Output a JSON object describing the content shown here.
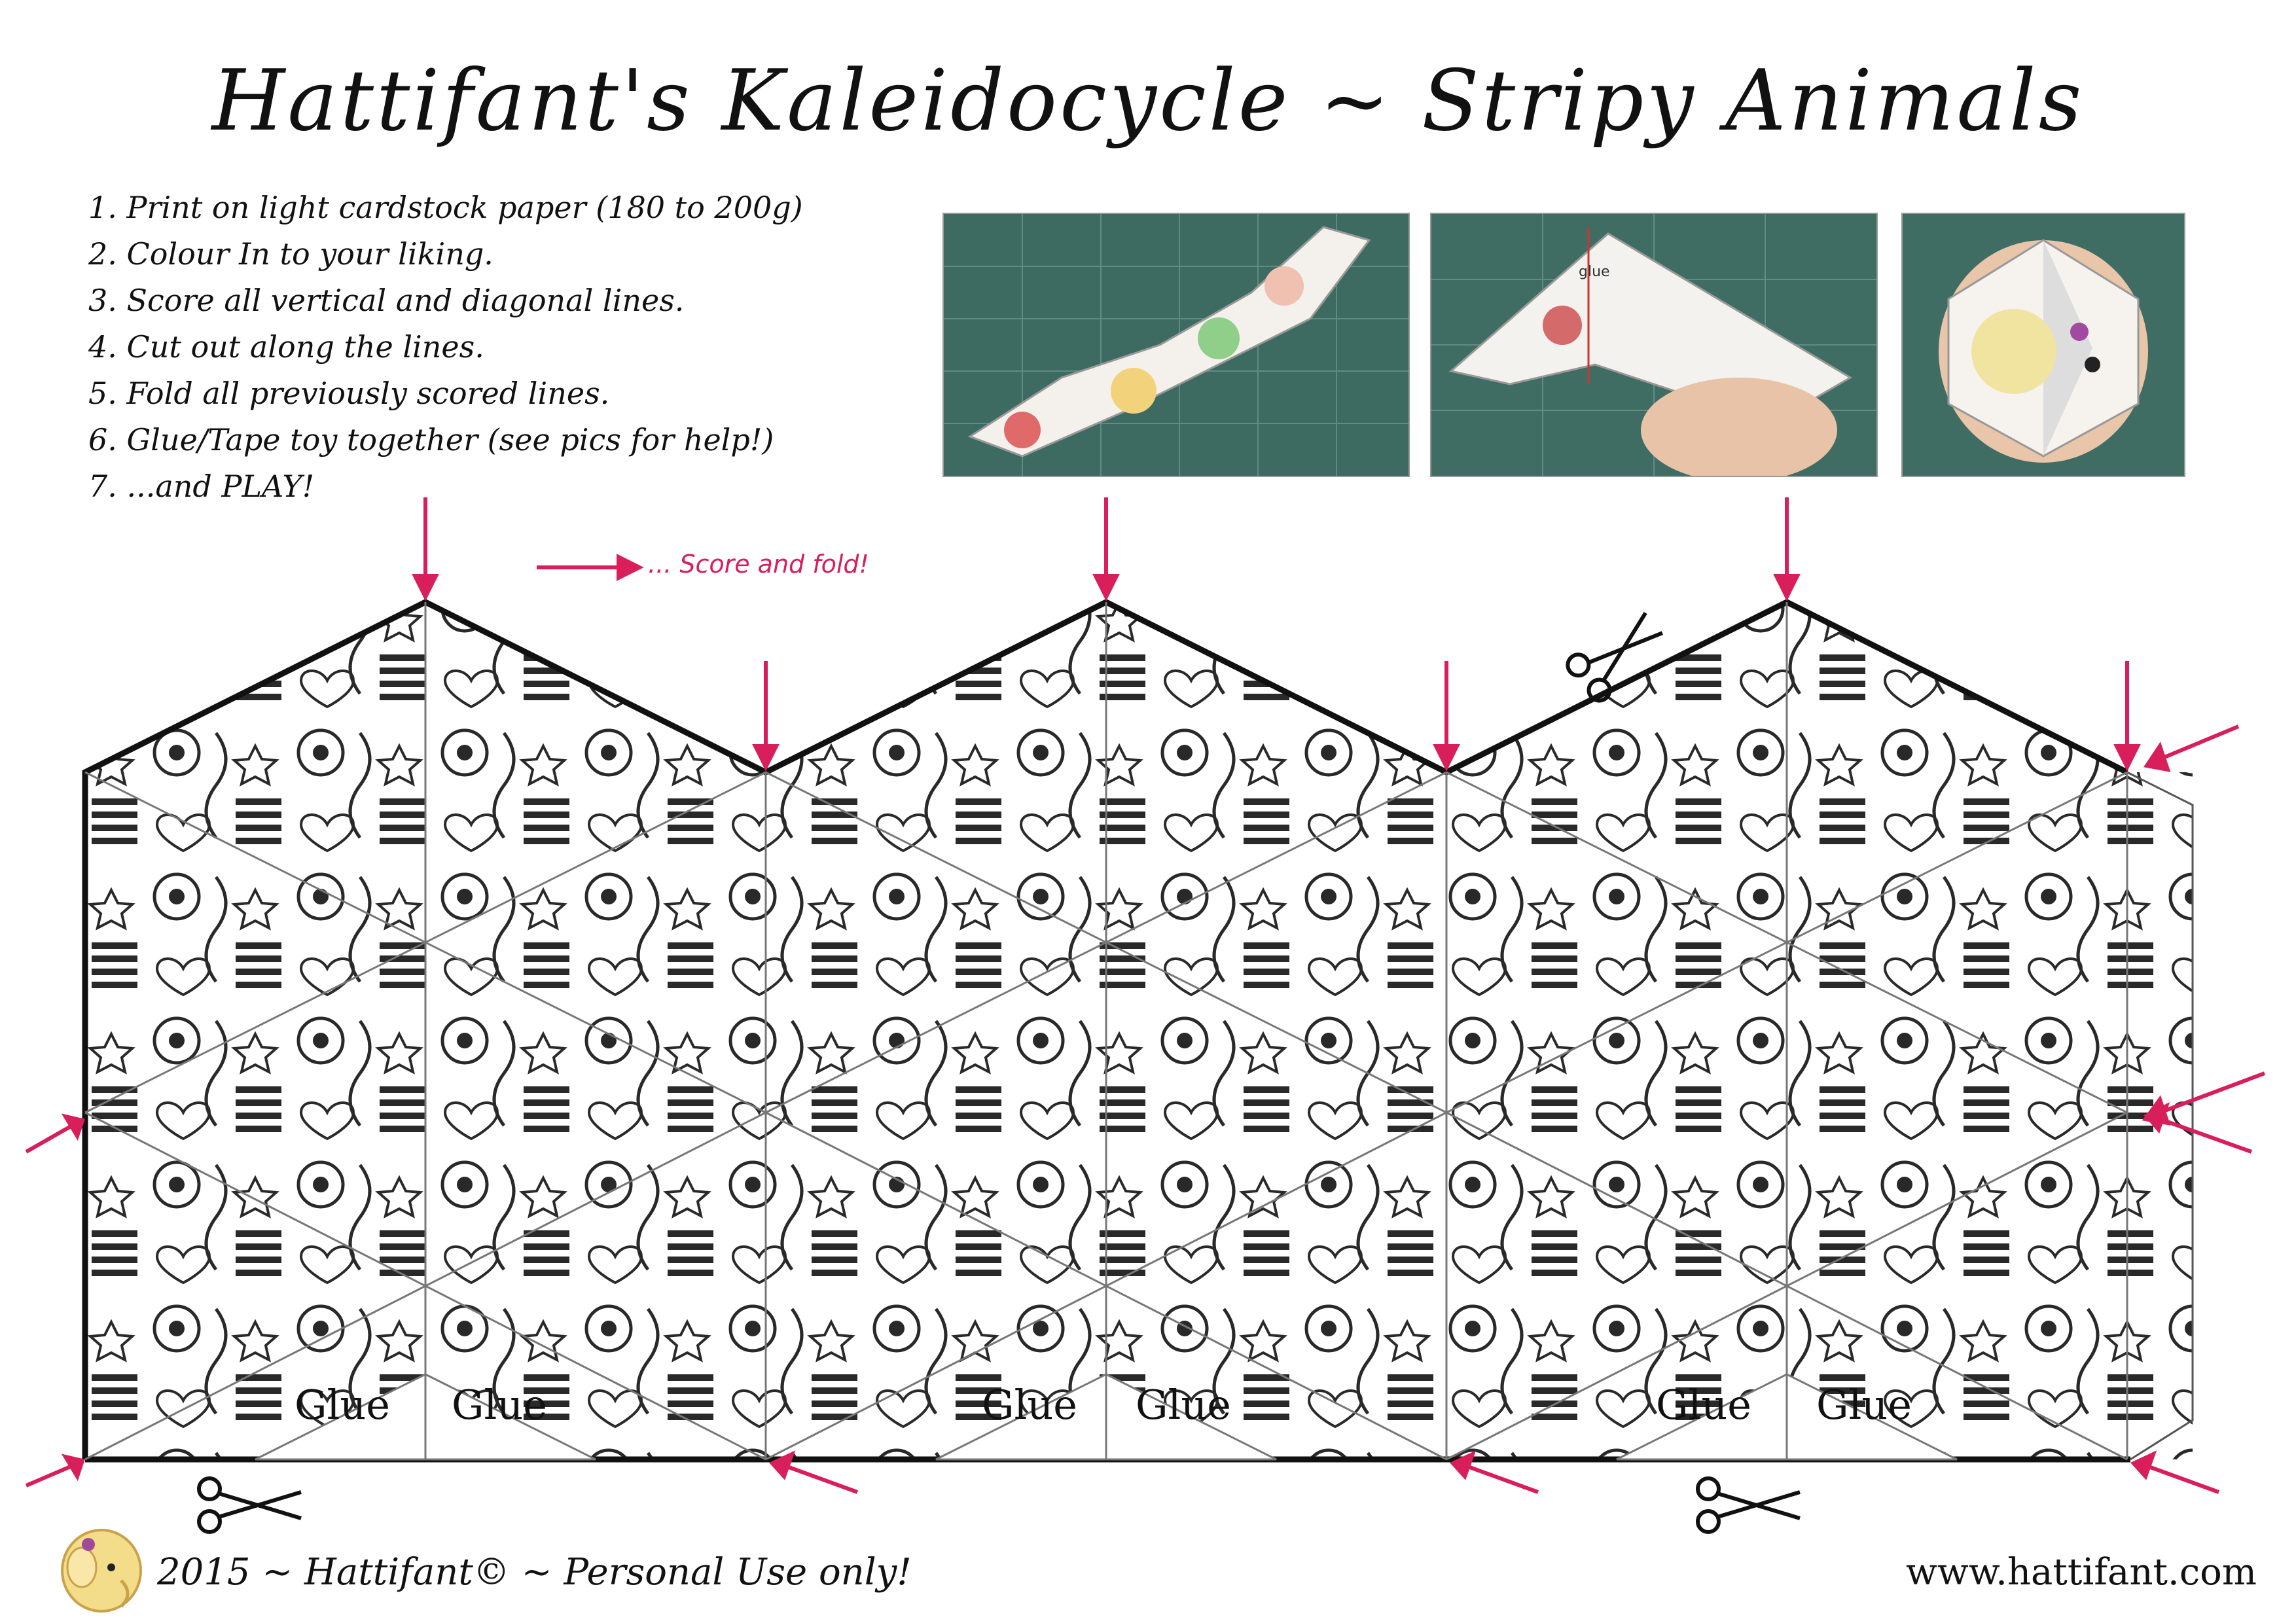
{
  "title": "Hattifant's Kaleidocycle ~ Stripy Animals",
  "instructions": [
    "1. Print on light cardstock paper (180 to 200g)",
    "2. Colour In to your liking.",
    "3. Score all vertical and diagonal lines.",
    "4. Cut out along the lines.",
    "5. Fold all previously scored lines.",
    "6. Glue/Tape toy together (see pics for help!)",
    "7. ...and PLAY!"
  ],
  "photo2_label": "glue",
  "hint": "... Score and fold!",
  "glue_label": "Glue",
  "footer": {
    "copyright": "2015 ~ Hattifant© ~ Personal Use only!",
    "website": "www.hattifant.com"
  },
  "colors": {
    "accent": "#d81e5b",
    "line": "#111111"
  },
  "icons": [
    "scissors-icon",
    "arrow-icon",
    "elephant-logo-icon"
  ]
}
